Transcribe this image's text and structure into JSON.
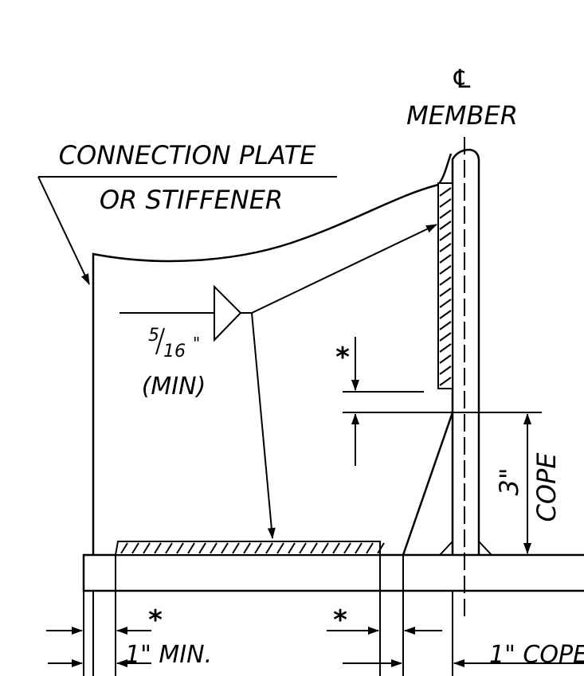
{
  "centerline_symbol": "℄",
  "member_label": "MEMBER",
  "connection_label_line1": "CONNECTION PLATE",
  "connection_label_line2": "OR STIFFENER",
  "weld_size": "5/16\"",
  "weld_size_numerator": "5",
  "weld_size_denominator": "16",
  "weld_size_unit": "\"",
  "weld_min_label": "(MIN)",
  "gap_symbol": "*",
  "cope_dimension": "3\"",
  "cope_label": "COPE",
  "left_min_label": "1\" MIN.",
  "right_cope_label": "1\" COPE"
}
